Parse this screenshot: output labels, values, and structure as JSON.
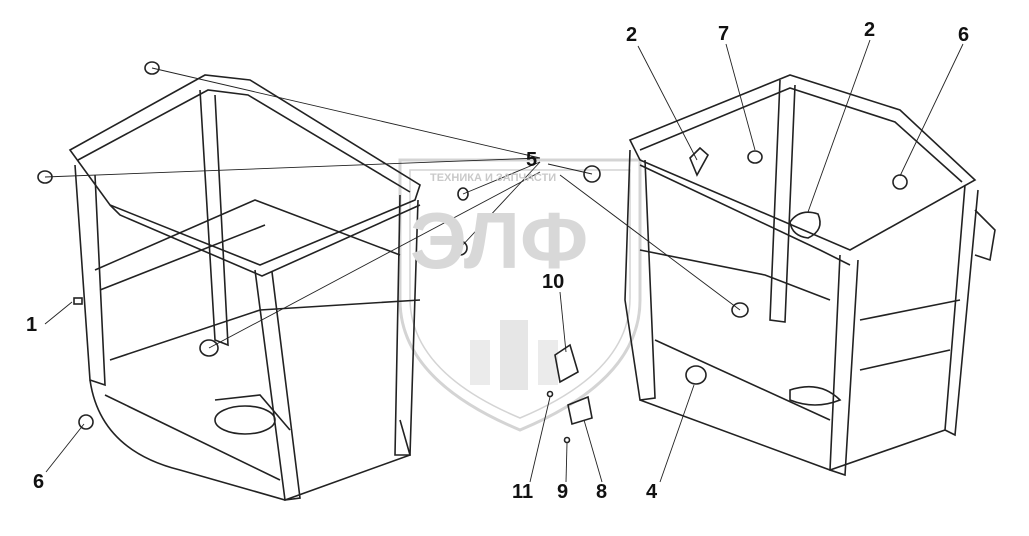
{
  "diagram": {
    "callouts": [
      {
        "id": "1",
        "text": "1"
      },
      {
        "id": "2a",
        "text": "2"
      },
      {
        "id": "2b",
        "text": "2"
      },
      {
        "id": "4",
        "text": "4"
      },
      {
        "id": "5",
        "text": "5"
      },
      {
        "id": "6a",
        "text": "6"
      },
      {
        "id": "6b",
        "text": "6"
      },
      {
        "id": "7",
        "text": "7"
      },
      {
        "id": "8",
        "text": "8"
      },
      {
        "id": "9",
        "text": "9"
      },
      {
        "id": "10",
        "text": "10"
      },
      {
        "id": "11",
        "text": "11"
      }
    ]
  },
  "watermark": {
    "line_text": "ТЕХНИКА И ЗАПЧАСТИ",
    "logo_text": "ЭЛФ"
  },
  "colors": {
    "line": "#222222",
    "watermark": "#d0d0d0"
  }
}
